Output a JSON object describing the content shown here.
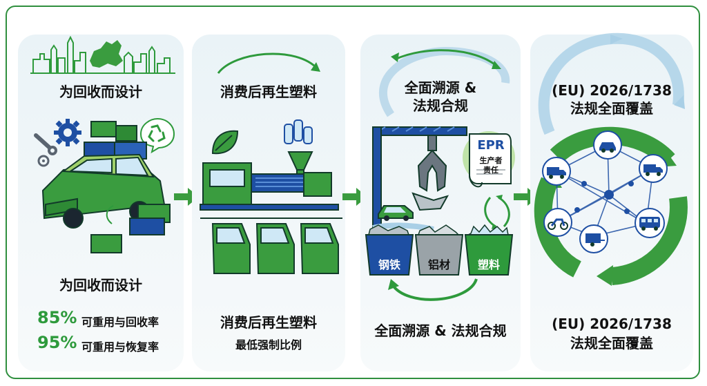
{
  "colors": {
    "green": "#3a9c3f",
    "dark_green": "#1f7a32",
    "blue": "#1e4fa3",
    "light_blue": "#a9cfe6",
    "border": "#2f8f3e"
  },
  "panels": [
    {
      "title": "为回收而设计",
      "caption": "为回收而设计",
      "stats": [
        {
          "value": "85%",
          "label": "可重用与回收率"
        },
        {
          "value": "95%",
          "label": "可重用与恢复率"
        }
      ],
      "icons": [
        "eu-skyline-icon",
        "wrench-icon",
        "gear-icon",
        "recycle-icon",
        "car-icon",
        "lego-block-icon"
      ]
    },
    {
      "title": "消费后再生塑料",
      "caption": "消费后再生塑料",
      "caption_sub": "最低强制比例",
      "icons": [
        "leaf-icon",
        "bottle-icon",
        "injection-machine-icon",
        "car-door-icon"
      ]
    },
    {
      "title_line1": "全面溯源 &",
      "title_line2": "法规合规",
      "caption": "全面溯源 & 法规合规",
      "epr_title": "EPR",
      "epr_line1": "生产者",
      "epr_line2": "责任",
      "bins": [
        {
          "label": "钢铁",
          "color": "#1e4fa3"
        },
        {
          "label": "铝材",
          "color": "#9aa3a8"
        },
        {
          "label": "塑料",
          "color": "#2e9a3c"
        }
      ],
      "icons": [
        "crane-claw-icon",
        "scroll-icon",
        "car-icon",
        "bin-icon"
      ]
    },
    {
      "title_line1": "(EU) 2026/1738",
      "title_line2": "法规全面覆盖",
      "caption_line1": "(EU) 2026/1738",
      "caption_line2": "法规全面覆盖",
      "icons": [
        "car-icon",
        "truck-icon",
        "truck-icon",
        "bus-icon",
        "trailer-icon",
        "motorcycle-icon",
        "network-icon"
      ]
    }
  ]
}
